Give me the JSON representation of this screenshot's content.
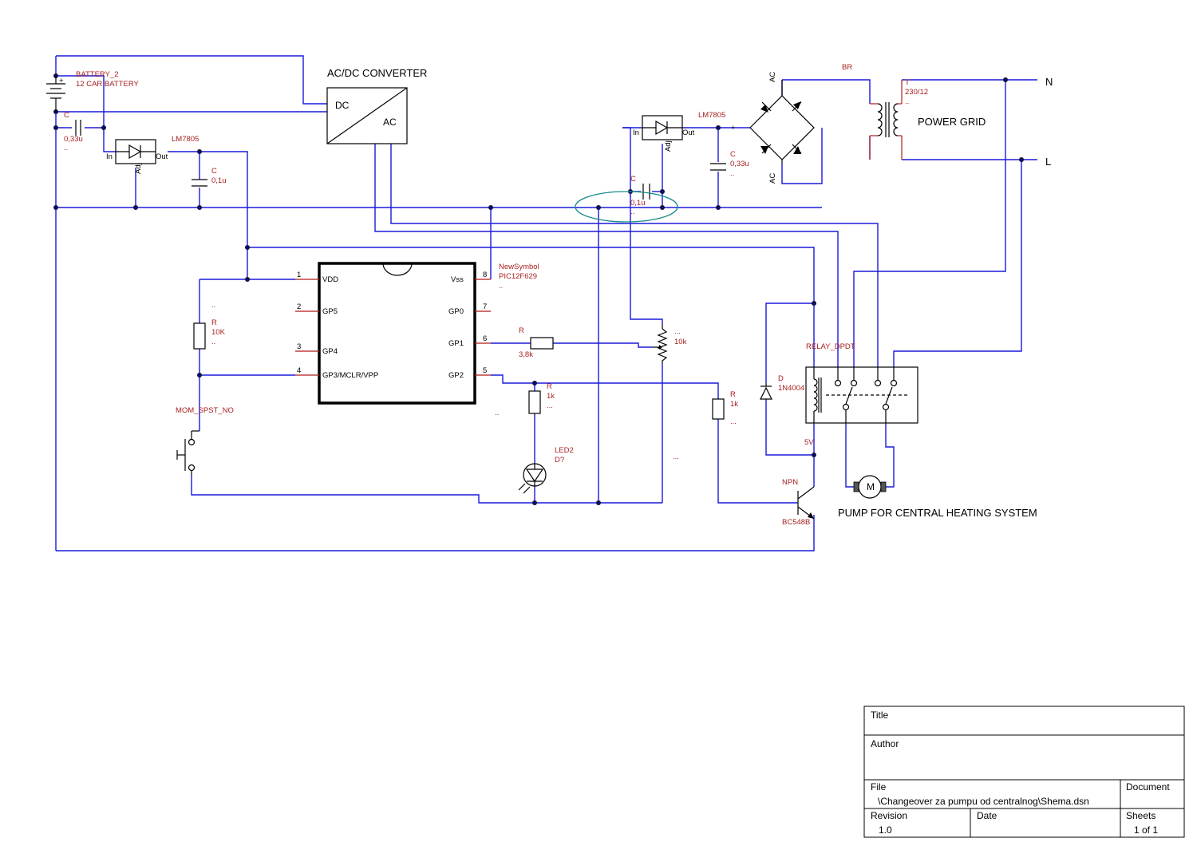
{
  "labels": {
    "battery_ref": "BATTERY_2",
    "battery_value": "12 CAR BATTERY",
    "c1_ref": "C",
    "c1_value": "0,33u",
    "c1_extra": "..",
    "reg1_name": "LM7805",
    "reg1_in": "In",
    "reg1_out": "Out",
    "reg1_adj": "Adj",
    "c2_ref": "C",
    "c2_value": "0,1u",
    "converter_title": "AC/DC CONVERTER",
    "converter_dc": "DC",
    "converter_ac": "AC",
    "reg2_name": "LM7805",
    "reg2_in": "In",
    "reg2_out": "Out",
    "reg2_adj": "Adj",
    "c3_ref": "C",
    "c3_value": "0,33u",
    "c3_extra": "..",
    "c4_ref": "C",
    "c4_value": "0,1u",
    "c4_extra": "..",
    "bridge_ref": "BR",
    "bridge_ac_top": "AC",
    "bridge_ac_bottom": "AC",
    "bridge_plus": "+",
    "transformer_ref": "T",
    "transformer_value": "230/12",
    "transformer_extra": "..",
    "power_grid": "POWER GRID",
    "neutral": "N",
    "live": "L",
    "mcu_ref": "NewSymbol",
    "mcu_value": "PIC12F629",
    "mcu_extra": "..",
    "r1_ref": "R",
    "r1_value": "10K",
    "r1_extra_top": "..",
    "r1_extra_bot": "..",
    "r2_ref": "R",
    "r2_value": "3,8k",
    "pot_value": "10k",
    "pot_extra": "...",
    "r3_ref": "R",
    "r3_value": "1k",
    "r3_extra": "...",
    "r4_ref": "R",
    "r4_value": "1k",
    "r4_extra": "...",
    "switch_ref": "MOM_SPST_NO",
    "led_ref": "LED2",
    "led_value": "D?",
    "relay_ref": "RELAY_DPDT",
    "diode_ref": "D",
    "diode_value": "1N4004",
    "relay_coil_v": "5V",
    "npn_ref": "NPN",
    "npn_value": "BC548B",
    "motor_m": "M",
    "pump_label": "PUMP FOR CENTRAL HEATING SYSTEM",
    "misc_dots_1": "..",
    "misc_dots_2": "..."
  },
  "mcu_pins": [
    {
      "num": "1",
      "name": "VDD"
    },
    {
      "num": "2",
      "name": "GP5"
    },
    {
      "num": "3",
      "name": "GP4"
    },
    {
      "num": "4",
      "name": "GP3/MCLR/VPP"
    },
    {
      "num": "8",
      "name": "Vss"
    },
    {
      "num": "7",
      "name": "GP0"
    },
    {
      "num": "6",
      "name": "GP1"
    },
    {
      "num": "5",
      "name": "GP2"
    }
  ],
  "title_block": {
    "title_label": "Title",
    "author_label": "Author",
    "file_label": "File",
    "file_value": "\\Changeover za pumpu od centralnog\\Shema.dsn",
    "document_label": "Document",
    "revision_label": "Revision",
    "revision_value": "1.0",
    "date_label": "Date",
    "sheets_label": "Sheets",
    "sheets_value": "1 of 1"
  }
}
